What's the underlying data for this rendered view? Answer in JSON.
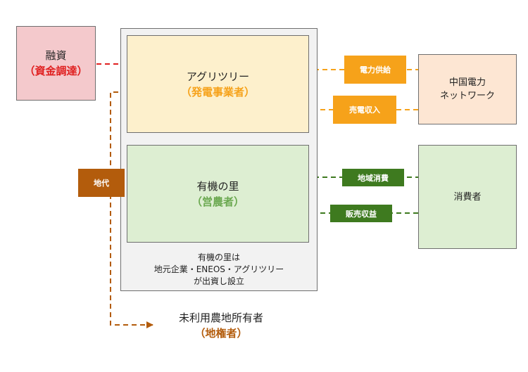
{
  "nodes": {
    "financing": {
      "title": "融資",
      "sub": "（資金調達）"
    },
    "outer_note": {
      "line1": "有機の里は",
      "line2": "地元企業・ENEOS・アグリツリー",
      "line3": "が出資し設立"
    },
    "agritree": {
      "title": "アグリツリー",
      "sub": "（発電事業者）"
    },
    "yuki": {
      "title": "有機の里",
      "sub": "（営農者）"
    },
    "chugoku": {
      "line1": "中国電力",
      "line2": "ネットワーク"
    },
    "consumer": {
      "title": "消費者"
    },
    "landowner": {
      "title": "未利用農地所有者",
      "sub": "（地権者）"
    }
  },
  "flows": {
    "power_supply": "電力供給",
    "power_sales": "売電収入",
    "local_consumption": "地域消費",
    "sales_revenue": "販売収益",
    "land_rent": "地代"
  },
  "colors": {
    "financing_fill": "#f4c9cc",
    "financing_accent": "#e02020",
    "agritree_fill": "#fdf0cc",
    "orange": "#f6a21a",
    "yuki_fill": "#ddeed2",
    "green": "#3e7a1f",
    "green_text": "#6aa84f",
    "chugoku_fill": "#fde6d3",
    "brown": "#b35c0c",
    "outer_fill": "#f2f2f2"
  }
}
